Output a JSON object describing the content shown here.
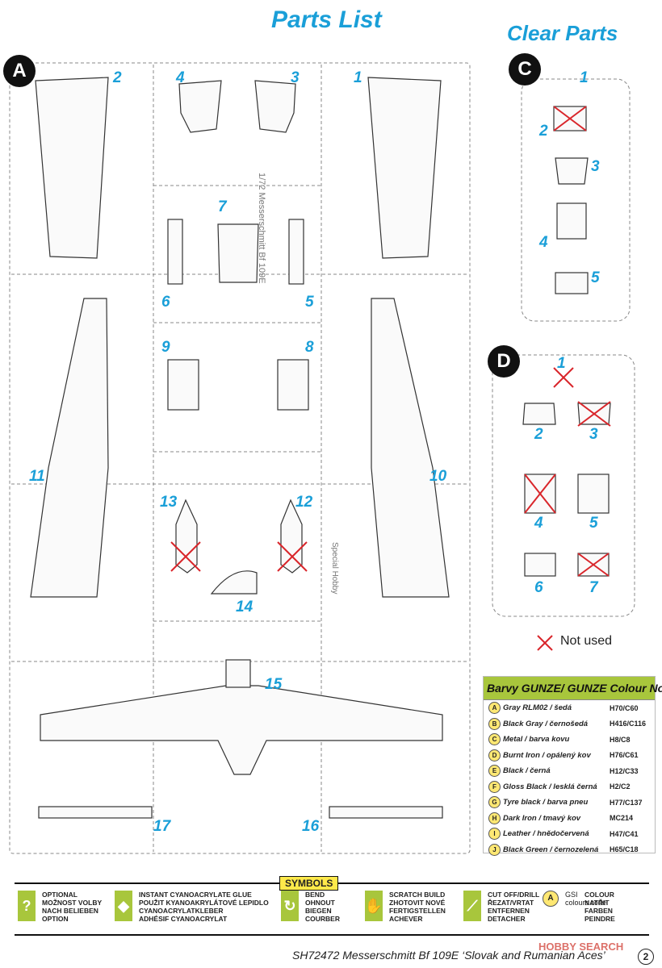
{
  "titles": {
    "parts": "Parts List",
    "clear": "Clear Parts"
  },
  "badges": {
    "a": "A",
    "c": "C",
    "d": "D"
  },
  "sprue_a_numbers": [
    "1",
    "2",
    "3",
    "4",
    "5",
    "6",
    "7",
    "8",
    "9",
    "10",
    "11",
    "12",
    "13",
    "14",
    "15",
    "16",
    "17"
  ],
  "sprue_c_numbers": [
    "1",
    "2",
    "3",
    "4",
    "5"
  ],
  "sprue_d_numbers": [
    "1",
    "2",
    "3",
    "4",
    "5",
    "6",
    "7"
  ],
  "sprue_text": {
    "vertical_1": "1/72 Messerschmitt Bf 109E",
    "vertical_2": "Special Hobby"
  },
  "not_used": "Not used",
  "colour_table": {
    "heading": "Barvy GUNZE/ GUNZE Colour No.",
    "rows": [
      {
        "letter": "A",
        "name": "Gray RLM02 / šedá",
        "code": "H70/C60"
      },
      {
        "letter": "B",
        "name": "Black Gray / černošedá",
        "code": "H416/C116"
      },
      {
        "letter": "C",
        "name": "Metal / barva kovu",
        "code": "H8/C8"
      },
      {
        "letter": "D",
        "name": "Burnt Iron / opálený kov",
        "code": "H76/C61"
      },
      {
        "letter": "E",
        "name": "Black / černá",
        "code": "H12/C33"
      },
      {
        "letter": "F",
        "name": "Gloss Black / lesklá černá",
        "code": "H2/C2"
      },
      {
        "letter": "G",
        "name": "Tyre black / barva pneu",
        "code": "H77/C137"
      },
      {
        "letter": "H",
        "name": "Dark Iron / tmavý kov",
        "code": "MC214"
      },
      {
        "letter": "I",
        "name": "Leather / hnědočervená",
        "code": "H47/C41"
      },
      {
        "letter": "J",
        "name": "Black Green / černozelená",
        "code": "H65/C18"
      }
    ]
  },
  "symbols": {
    "heading": "SYMBOLS",
    "items": [
      {
        "icon": "question-icon",
        "glyph": "?",
        "lines": [
          "OPTIONAL",
          "MOŽNOST VOLBY",
          "NACH BELIEBEN",
          "OPTION"
        ]
      },
      {
        "icon": "glue-drop-icon",
        "glyph": "◆",
        "lines": [
          "INSTANT CYANOACRYLATE GLUE",
          "POUŽIT KYANOAKRYLÁTOVÉ LEPIDLO",
          "CYANOACRYLATKLEBER",
          "ADHÉSIF CYANOACRYLAT"
        ]
      },
      {
        "icon": "bend-icon",
        "glyph": "↻",
        "lines": [
          "BEND",
          "OHNOUT",
          "BIEGEN",
          "COURBER"
        ]
      },
      {
        "icon": "hand-icon",
        "glyph": "✋",
        "lines": [
          "SCRATCH BUILD",
          "ZHOTOVIT NOVÉ",
          "FERTIGSTELLEN",
          "ACHEVER"
        ]
      },
      {
        "icon": "cut-drill-icon",
        "glyph": "⟋",
        "lines": [
          "CUT OFF/DRILL",
          "ŘEZAT/VRTAT",
          "ENTFERNEN",
          "DETACHER"
        ]
      },
      {
        "icon": "gsi-icon",
        "glyph": "A",
        "lines": [
          "GSI",
          "colours code"
        ]
      },
      {
        "icon": "colour-icon",
        "glyph": "",
        "lines": [
          "COLOUR",
          "NATŘIT",
          "FARBEN",
          "PEINDRE"
        ]
      }
    ]
  },
  "footer": "SH72472 Messerschmitt Bf 109E ‘Slovak and Rumanian Aces’",
  "page_number": "2",
  "watermark": "HOBBY SEARCH",
  "colors": {
    "accent": "#1a9fd8",
    "cross": "#d9262b",
    "lime": "#a8c63c",
    "yellow": "#ffe94a"
  }
}
